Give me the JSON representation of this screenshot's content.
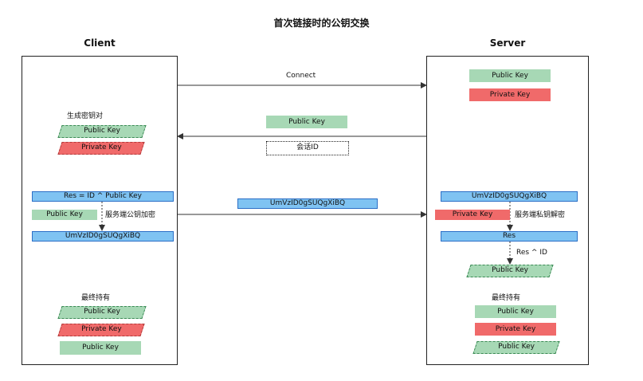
{
  "title": "首次链接时的公钥交换",
  "client": {
    "heading": "Client"
  },
  "server": {
    "heading": "Server"
  },
  "messages": {
    "connect": "Connect",
    "public_key": "Public Key",
    "session_id": "会话ID",
    "encrypted": "UmVzID0gSUQgXiBQ"
  },
  "client_steps": {
    "generate_pair": "生成密钥对",
    "public_key": "Public Key",
    "private_key": "Private Key",
    "res_formula": "Res = ID ^ Public Key",
    "server_public_key": "Public Key",
    "encrypt_note": "服务端公钥加密",
    "encrypted_result": "UmVzID0gSUQgXiBQ",
    "final_hold": "最终持有",
    "final_keys": [
      "Public Key",
      "Private Key",
      "Public Key"
    ]
  },
  "server_steps": {
    "public_key": "Public Key",
    "private_key": "Private Key",
    "encrypted_input": "UmVzID0gSUQgXiBQ",
    "server_private_key": "Private Key",
    "decrypt_note": "服务端私钥解密",
    "res": "Res",
    "xor_note": "Res ^ ID",
    "derived_public_key": "Public Key",
    "final_hold": "最终持有",
    "final_keys": [
      "Public Key",
      "Private Key",
      "Public Key"
    ]
  },
  "colors": {
    "public_key_fill": "#a7d8b5",
    "private_key_fill": "#f06a6a",
    "result_fill": "#7fc3f2"
  }
}
